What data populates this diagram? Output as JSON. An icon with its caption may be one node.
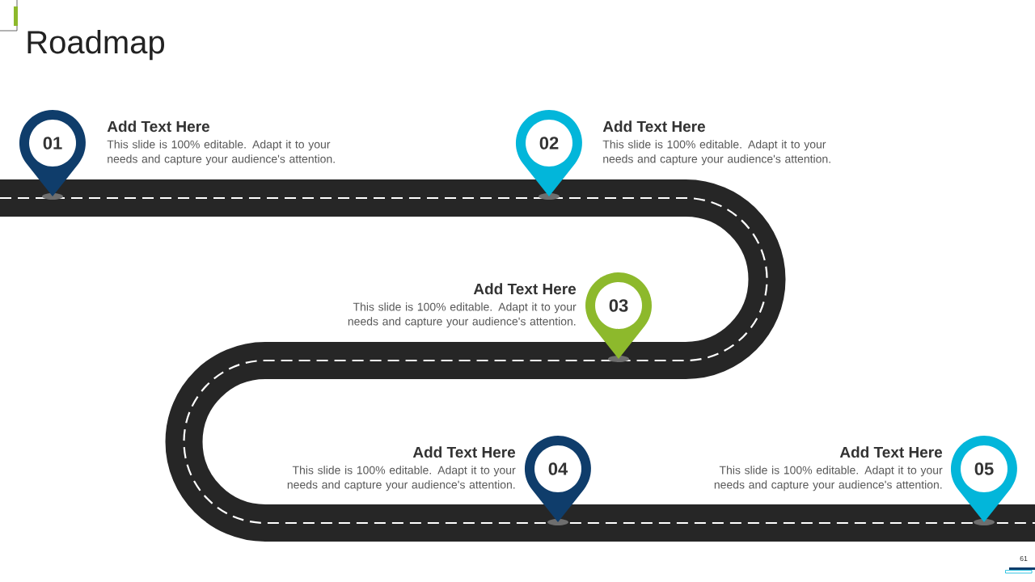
{
  "diagram": {
    "title": "Roadmap",
    "nodes": [
      {
        "text": [
          "01"
        ],
        "beside": [
          "Add Text Here",
          "This slide is 100% editable. Adapt it to your needs and capture your audience's attention."
        ]
      },
      {
        "text": [
          "02"
        ],
        "beside": [
          "Add Text Here",
          "This slide is 100% editable. Adapt it to your needs and capture your audience's attention."
        ]
      },
      {
        "text": [
          "03"
        ],
        "beside": [
          "Add Text Here",
          "This slide is 100% editable. Adapt it to your needs and capture your audience's attention."
        ]
      },
      {
        "text": [
          "04"
        ],
        "beside": [
          "Add Text Here",
          "This slide is 100% editable. Adapt it to your needs and capture your audience's attention."
        ]
      },
      {
        "text": [
          "05"
        ],
        "beside": [
          "Add Text Here",
          "This slide is 100% editable. Adapt it to your needs and capture your audience's attention."
        ]
      }
    ],
    "labels": [
      "61"
    ]
  }
}
